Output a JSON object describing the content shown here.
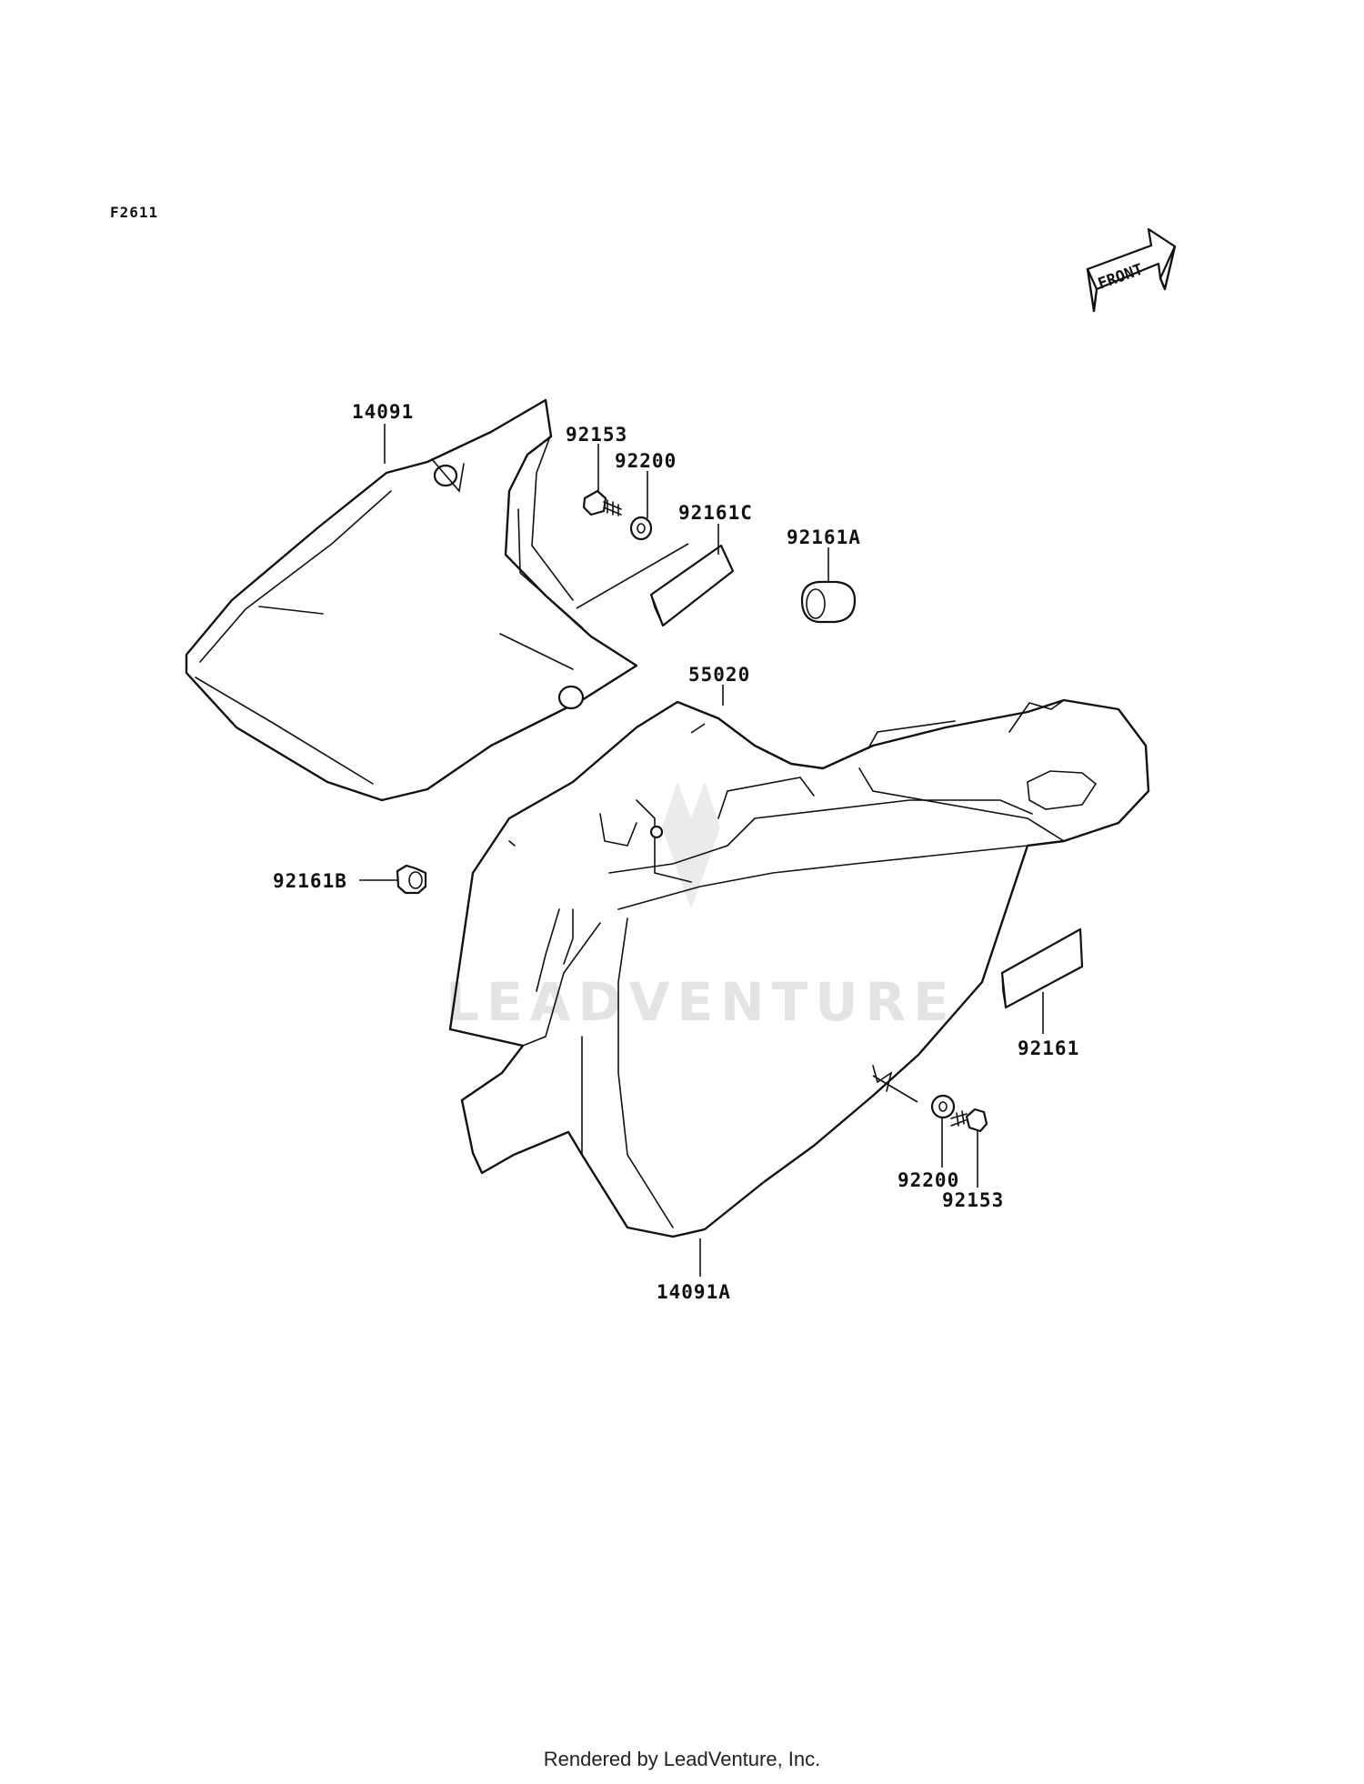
{
  "figure_code": "F2611",
  "front_arrow_label": "FRONT",
  "watermark": "LEADVENTURE",
  "footer": "Rendered by LeadVenture, Inc.",
  "labels": {
    "p14091": "14091",
    "p92153_top": "92153",
    "p92200_top": "92200",
    "p92161C": "92161C",
    "p92161A": "92161A",
    "p55020": "55020",
    "p92161B": "92161B",
    "p92161": "92161",
    "p92200_bottom": "92200",
    "p92153_bottom": "92153",
    "p14091A": "14091A"
  }
}
